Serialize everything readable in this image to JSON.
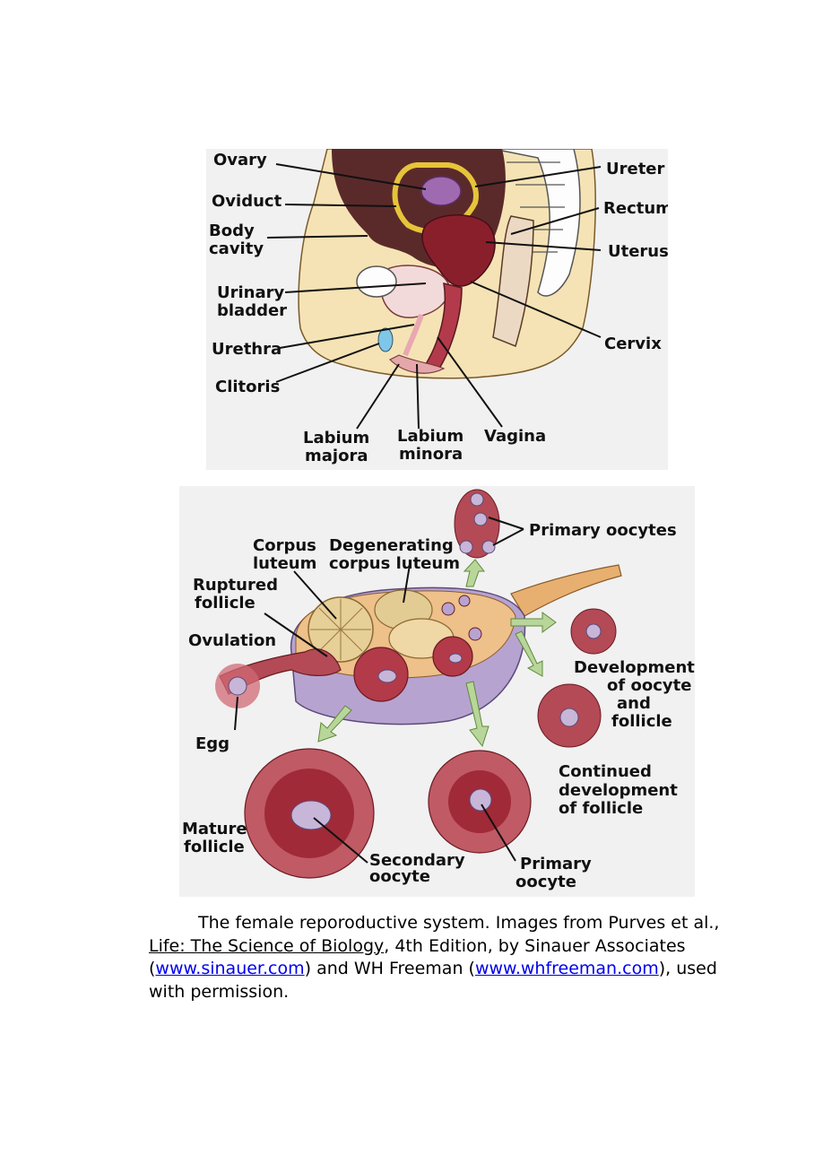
{
  "figure1": {
    "labels": {
      "ovary": "Ovary",
      "oviduct": "Oviduct",
      "body_cavity_1": "Body",
      "body_cavity_2": "cavity",
      "urinary_bladder_1": "Urinary",
      "urinary_bladder_2": "bladder",
      "urethra": "Urethra",
      "clitoris": "Clitoris",
      "labium_majora_1": "Labium",
      "labium_majora_2": "majora",
      "labium_minora_1": "Labium",
      "labium_minora_2": "minora",
      "vagina": "Vagina",
      "ureter": "Ureter",
      "rectum": "Rectum",
      "uterus": "Uterus",
      "cervix": "Cervix"
    }
  },
  "figure2": {
    "labels": {
      "corpus_luteum_1": "Corpus",
      "corpus_luteum_2": "luteum",
      "degenerating_1": "Degenerating",
      "degenerating_2": "corpus luteum",
      "ruptured_1": "Ruptured",
      "ruptured_2": "follicle",
      "ovulation": "Ovulation",
      "egg": "Egg",
      "primary_oocytes": "Primary oocytes",
      "development_1": "Development",
      "development_2": "of oocyte",
      "development_3": "and",
      "development_4": "follicle",
      "continued_1": "Continued",
      "continued_2": "development",
      "continued_3": "of follicle",
      "mature_1": "Mature",
      "mature_2": "follicle",
      "secondary_1": "Secondary",
      "secondary_2": "oocyte",
      "primary_1": "Primary",
      "primary_2": "oocyte"
    }
  },
  "caption": {
    "part1": "The female reporoductive system. Images from Purves et al., ",
    "book_title": "Life: The Science of Biology",
    "part2": ", 4th Edition, by Sinauer Associates (",
    "link1": "www.sinauer.com",
    "part3": ") and WH Freeman (",
    "link2": "www.whfreeman.com",
    "part4": "), used with permission."
  }
}
